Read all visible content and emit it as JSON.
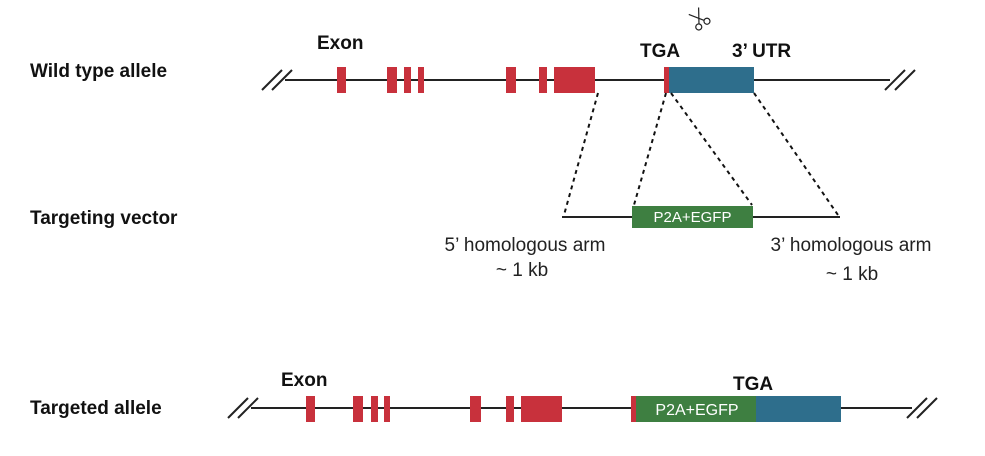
{
  "colors": {
    "exon": "#c8313c",
    "utr": "#2e6e8c",
    "egfp": "#3e7f41",
    "line": "#222222"
  },
  "icons": {
    "cut_site": "scissors-icon"
  },
  "wild_type": {
    "label": "Wild type allele",
    "exon_label": "Exon",
    "stop_label": "TGA",
    "utr_label": "3’ UTR"
  },
  "vector": {
    "label": "Targeting vector",
    "cassette_label": "P2A+EGFP",
    "arm5_label": "5’ homologous arm",
    "arm5_size": "~ 1 kb",
    "arm3_label": "3’ homologous arm",
    "arm3_size": "~ 1 kb"
  },
  "targeted": {
    "label": "Targeted allele",
    "exon_label": "Exon",
    "stop_label": "TGA",
    "cassette_label": "P2A+EGFP"
  }
}
